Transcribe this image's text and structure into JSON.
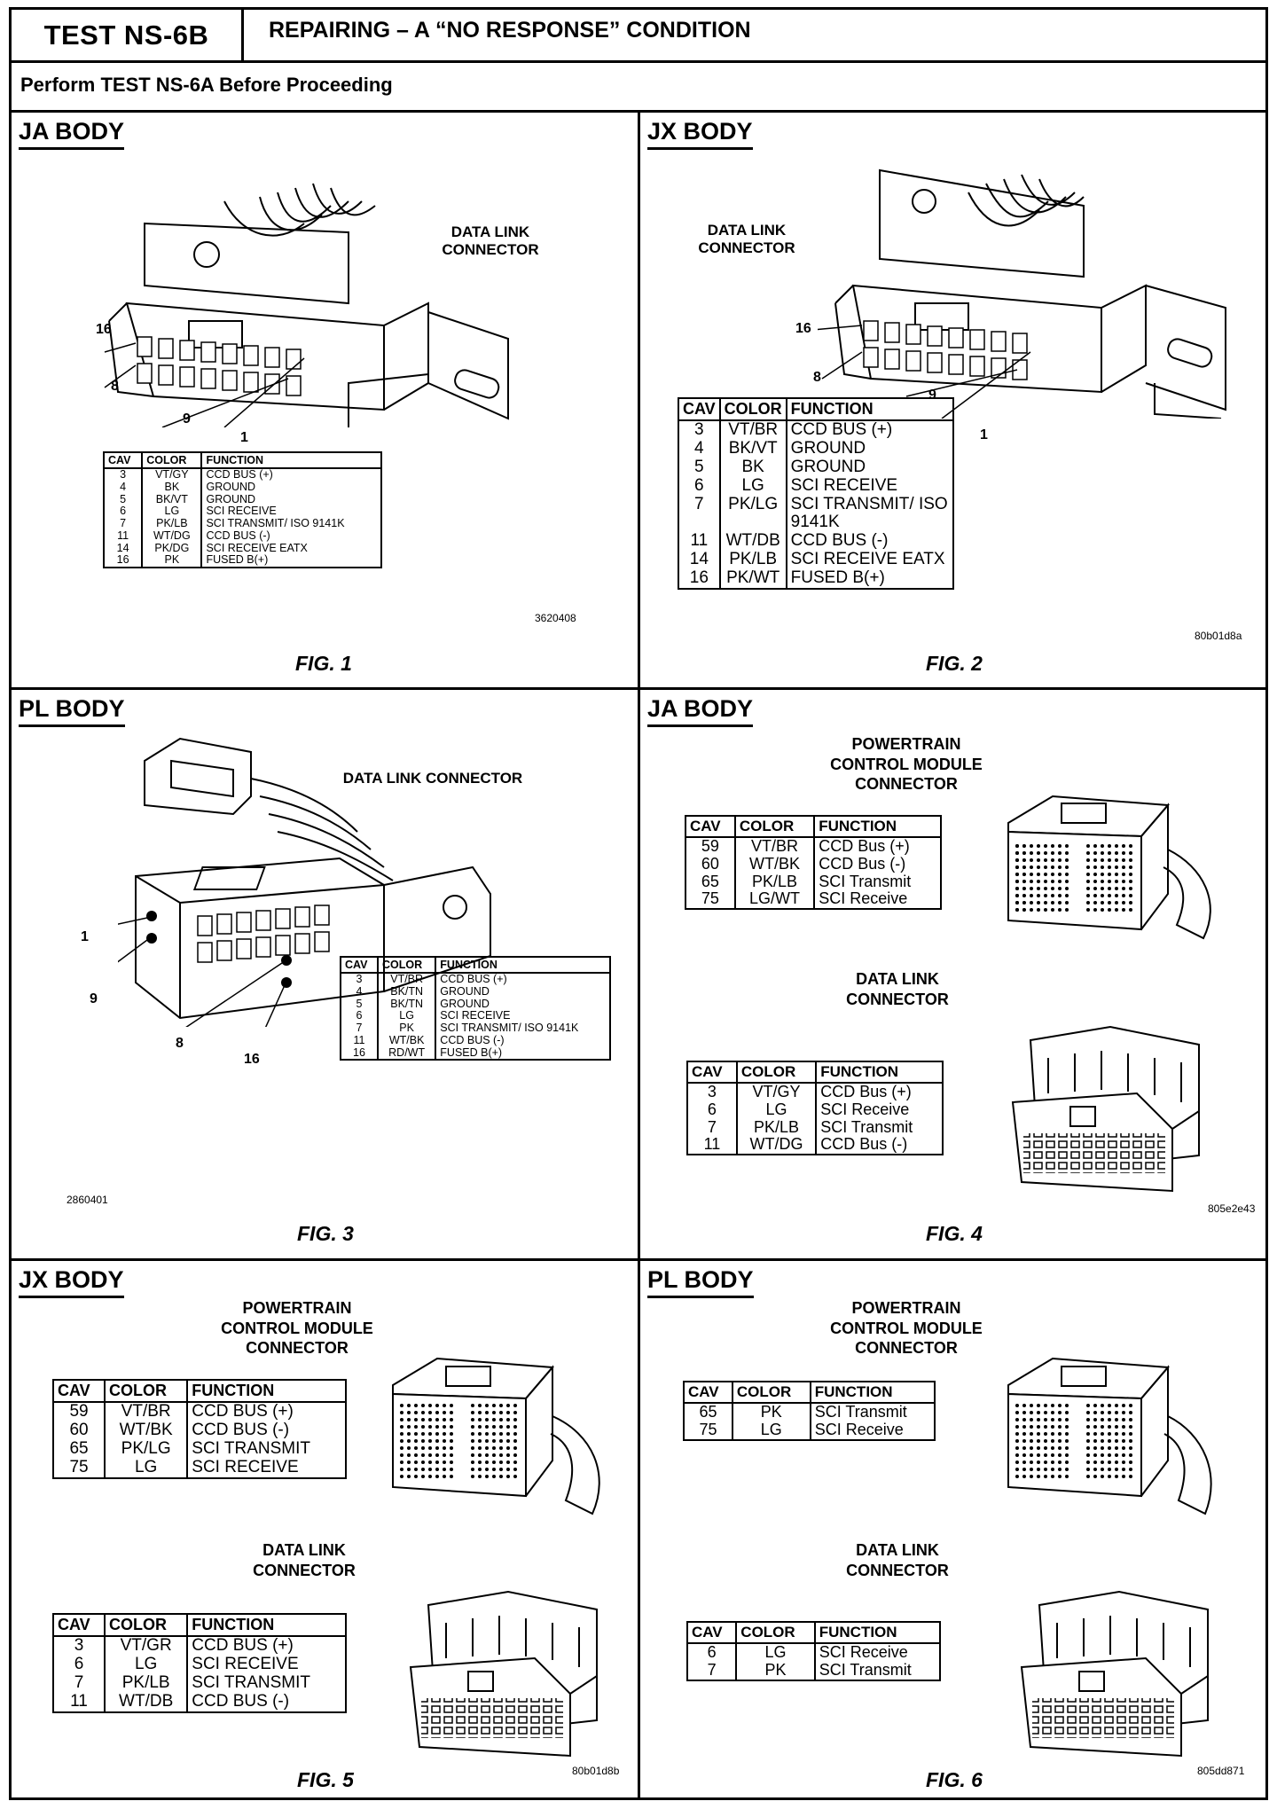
{
  "header": {
    "test_id": "TEST NS-6B",
    "title": "REPAIRING – A “NO RESPONSE” CONDITION",
    "perform_note": "Perform TEST NS-6A Before Proceeding"
  },
  "panels": [
    {
      "body": "JA BODY",
      "figure": "FIG. 1",
      "image_code": "3620408",
      "connector_label": "DATA LINK CONNECTOR",
      "pin_labels": [
        "16",
        "8",
        "9",
        "1"
      ],
      "table": {
        "headers": [
          "CAV",
          "COLOR",
          "FUNCTION"
        ],
        "rows": [
          [
            "3",
            "VT/GY",
            "CCD BUS (+)"
          ],
          [
            "4",
            "BK",
            "GROUND"
          ],
          [
            "5",
            "BK/VT",
            "GROUND"
          ],
          [
            "6",
            "LG",
            "SCI RECEIVE"
          ],
          [
            "7",
            "PK/LB",
            "SCI TRANSMIT/ ISO 9141K"
          ],
          [
            "11",
            "WT/DG",
            "CCD BUS (-)"
          ],
          [
            "14",
            "PK/DG",
            "SCI RECEIVE EATX"
          ],
          [
            "16",
            "PK",
            "FUSED B(+)"
          ]
        ]
      }
    },
    {
      "body": "JX BODY",
      "figure": "FIG. 2",
      "image_code": "80b01d8a",
      "connector_label": "DATA LINK CONNECTOR",
      "pin_labels": [
        "16",
        "8",
        "9",
        "1"
      ],
      "table": {
        "headers": [
          "CAV",
          "COLOR",
          "FUNCTION"
        ],
        "rows": [
          [
            "3",
            "VT/BR",
            "CCD BUS (+)"
          ],
          [
            "4",
            "BK/VT",
            "GROUND"
          ],
          [
            "5",
            "BK",
            "GROUND"
          ],
          [
            "6",
            "LG",
            "SCI RECEIVE"
          ],
          [
            "7",
            "PK/LG",
            "SCI TRANSMIT/ ISO 9141K"
          ],
          [
            "11",
            "WT/DB",
            "CCD BUS (-)"
          ],
          [
            "14",
            "PK/LB",
            "SCI RECEIVE EATX"
          ],
          [
            "16",
            "PK/WT",
            "FUSED B(+)"
          ]
        ]
      }
    },
    {
      "body": "PL BODY",
      "figure": "FIG. 3",
      "image_code": "2860401",
      "connector_label": "DATA LINK CONNECTOR",
      "pin_labels": [
        "1",
        "9",
        "8",
        "16"
      ],
      "table": {
        "headers": [
          "CAV",
          "COLOR",
          "FUNCTION"
        ],
        "rows": [
          [
            "3",
            "VT/BR",
            "CCD BUS (+)"
          ],
          [
            "4",
            "BK/TN",
            "GROUND"
          ],
          [
            "5",
            "BK/TN",
            "GROUND"
          ],
          [
            "6",
            "LG",
            "SCI RECEIVE"
          ],
          [
            "7",
            "PK",
            "SCI TRANSMIT/ ISO 9141K"
          ],
          [
            "11",
            "WT/BK",
            "CCD BUS (-)"
          ],
          [
            "16",
            "RD/WT",
            "FUSED B(+)"
          ]
        ]
      }
    },
    {
      "body": "JA BODY",
      "figure": "FIG. 4",
      "image_code": "805e2e43",
      "pcm_label": "POWERTRAIN CONTROL MODULE CONNECTOR",
      "dlc_label": "DATA LINK CONNECTOR",
      "pcm_table": {
        "headers": [
          "CAV",
          "COLOR",
          "FUNCTION"
        ],
        "rows": [
          [
            "59",
            "VT/BR",
            "CCD Bus (+)"
          ],
          [
            "60",
            "WT/BK",
            "CCD Bus (-)"
          ],
          [
            "65",
            "PK/LB",
            "SCI Transmit"
          ],
          [
            "75",
            "LG/WT",
            "SCI Receive"
          ]
        ]
      },
      "dlc_table": {
        "headers": [
          "CAV",
          "COLOR",
          "FUNCTION"
        ],
        "rows": [
          [
            "3",
            "VT/GY",
            "CCD Bus (+)"
          ],
          [
            "6",
            "LG",
            "SCI Receive"
          ],
          [
            "7",
            "PK/LB",
            "SCI Transmit"
          ],
          [
            "11",
            "WT/DG",
            "CCD Bus (-)"
          ]
        ]
      }
    },
    {
      "body": "JX BODY",
      "figure": "FIG. 5",
      "image_code": "80b01d8b",
      "pcm_label": "POWERTRAIN CONTROL MODULE CONNECTOR",
      "dlc_label": "DATA LINK CONNECTOR",
      "pcm_table": {
        "headers": [
          "CAV",
          "COLOR",
          "FUNCTION"
        ],
        "rows": [
          [
            "59",
            "VT/BR",
            "CCD BUS (+)"
          ],
          [
            "60",
            "WT/BK",
            "CCD BUS (-)"
          ],
          [
            "65",
            "PK/LG",
            "SCI TRANSMIT"
          ],
          [
            "75",
            "LG",
            "SCI RECEIVE"
          ]
        ]
      },
      "dlc_table": {
        "headers": [
          "CAV",
          "COLOR",
          "FUNCTION"
        ],
        "rows": [
          [
            "3",
            "VT/GR",
            "CCD BUS (+)"
          ],
          [
            "6",
            "LG",
            "SCI RECEIVE"
          ],
          [
            "7",
            "PK/LB",
            "SCI TRANSMIT"
          ],
          [
            "11",
            "WT/DB",
            "CCD BUS (-)"
          ]
        ]
      }
    },
    {
      "body": "PL BODY",
      "figure": "FIG. 6",
      "image_code": "805dd871",
      "pcm_label": "POWERTRAIN CONTROL MODULE CONNECTOR",
      "dlc_label": "DATA LINK CONNECTOR",
      "pcm_table": {
        "headers": [
          "CAV",
          "COLOR",
          "FUNCTION"
        ],
        "rows": [
          [
            "65",
            "PK",
            "SCI Transmit"
          ],
          [
            "75",
            "LG",
            "SCI Receive"
          ]
        ]
      },
      "dlc_table": {
        "headers": [
          "CAV",
          "COLOR",
          "FUNCTION"
        ],
        "rows": [
          [
            "6",
            "LG",
            "SCI Receive"
          ],
          [
            "7",
            "PK",
            "SCI Transmit"
          ]
        ]
      }
    }
  ]
}
